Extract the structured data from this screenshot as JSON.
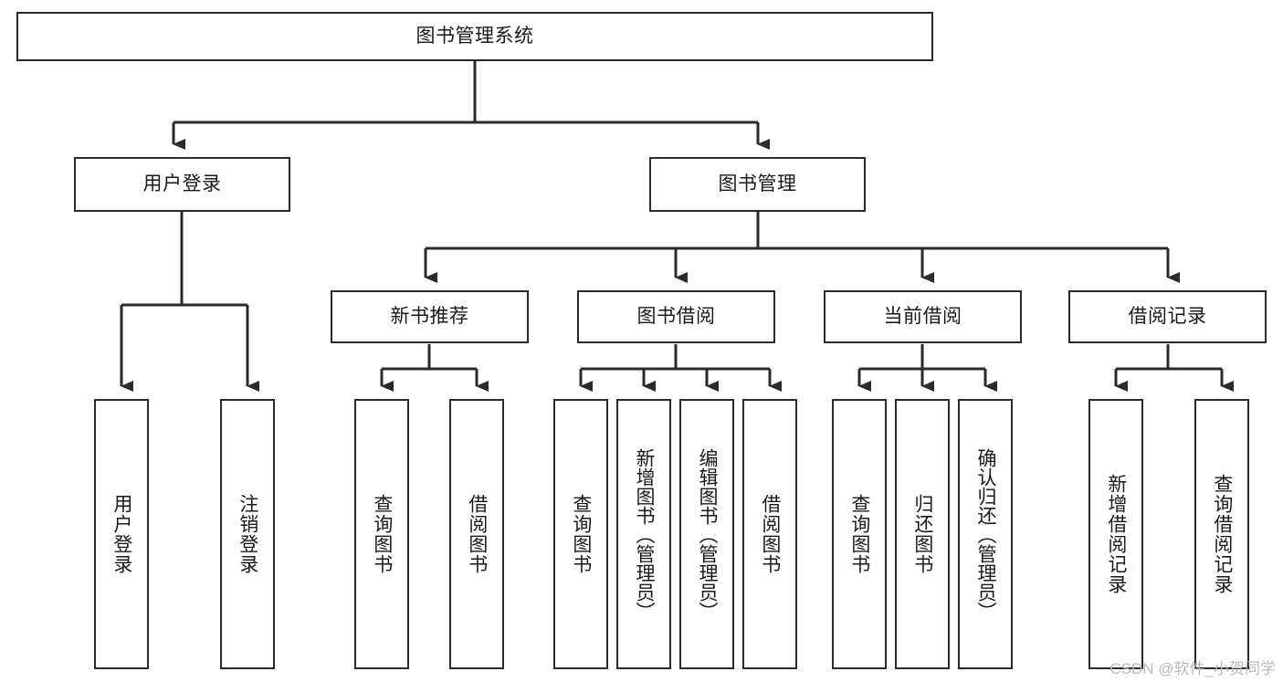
{
  "diagram": {
    "title": "图书管理系统",
    "type": "tree-hierarchy-chart",
    "root": {
      "id": "root",
      "label": "图书管理系统"
    },
    "level2": [
      {
        "id": "user-login",
        "label": "用户登录"
      },
      {
        "id": "book-management",
        "label": "图书管理"
      }
    ],
    "level3": [
      {
        "id": "new-book-recommend",
        "label": "新书推荐",
        "parent": "book-management"
      },
      {
        "id": "book-borrow",
        "label": "图书借阅",
        "parent": "book-management"
      },
      {
        "id": "current-borrow",
        "label": "当前借阅",
        "parent": "book-management"
      },
      {
        "id": "borrow-record",
        "label": "借阅记录",
        "parent": "book-management"
      }
    ],
    "leaves": [
      {
        "id": "leaf-user-login",
        "label": "用户登录",
        "parent": "user-login"
      },
      {
        "id": "leaf-user-logout",
        "label": "注销登录",
        "parent": "user-login"
      },
      {
        "id": "leaf-query-book-1",
        "label": "查询图书",
        "parent": "new-book-recommend"
      },
      {
        "id": "leaf-borrow-book-1",
        "label": "借阅图书",
        "parent": "new-book-recommend"
      },
      {
        "id": "leaf-query-book-2",
        "label": "查询图书",
        "parent": "book-borrow"
      },
      {
        "id": "leaf-add-book",
        "label": "新增图书（管理员）",
        "parent": "book-borrow"
      },
      {
        "id": "leaf-edit-book",
        "label": "编辑图书（管理员）",
        "parent": "book-borrow"
      },
      {
        "id": "leaf-borrow-book-2",
        "label": "借阅图书",
        "parent": "book-borrow"
      },
      {
        "id": "leaf-query-book-3",
        "label": "查询图书",
        "parent": "current-borrow"
      },
      {
        "id": "leaf-return-book",
        "label": "归还图书",
        "parent": "current-borrow"
      },
      {
        "id": "leaf-confirm-return",
        "label": "确认归还（管理员）",
        "parent": "current-borrow"
      },
      {
        "id": "leaf-add-record",
        "label": "新增借阅记录",
        "parent": "borrow-record"
      },
      {
        "id": "leaf-query-record",
        "label": "查询借阅记录",
        "parent": "borrow-record"
      }
    ],
    "colors": {
      "stroke": "#2b2b2b",
      "fill": "#ffffff",
      "text": "#1a1a1a",
      "watermark": "#b9b9b9"
    }
  },
  "watermark": {
    "text": "CSDN @软件_小贺同学"
  }
}
